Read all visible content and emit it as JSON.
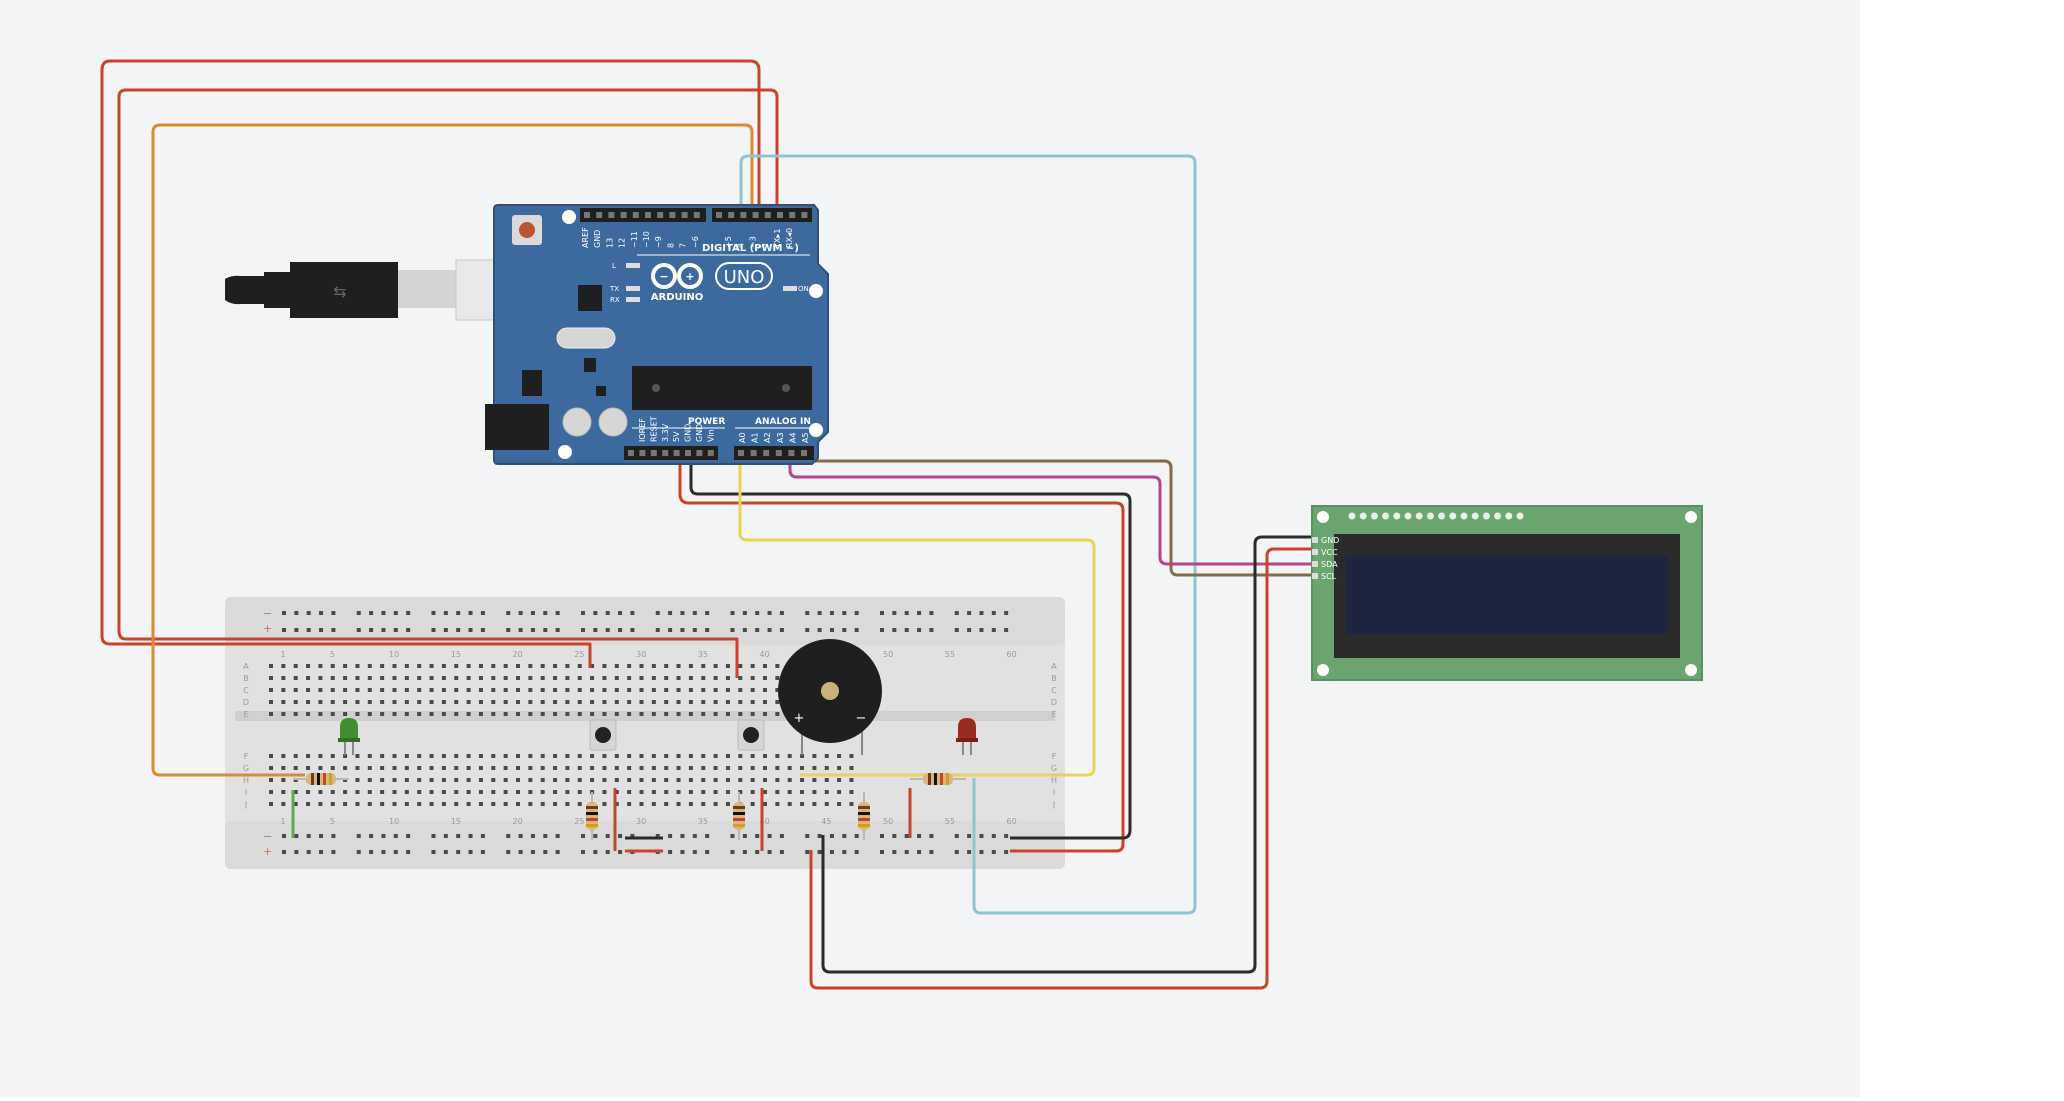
{
  "canvas": {
    "background": "#f3f4f6",
    "page_background": "#ffffff"
  },
  "arduino": {
    "brand": "ARDUINO",
    "model": "UNO",
    "digital_label": "DIGITAL (PWM ~)",
    "analog_label": "ANALOG IN",
    "power_label": "POWER",
    "on_label": "ON",
    "l_label": "L",
    "tx_label": "TX",
    "rx_label": "RX",
    "top_pins": [
      "AREF",
      "GND",
      "13",
      "12",
      "~11",
      "~10",
      "~9",
      "8",
      "7",
      "~6",
      "~5",
      "4",
      "~3",
      "2",
      "TX▸1",
      "RX◂0"
    ],
    "power_pins": [
      "IOREF",
      "RESET",
      "3.3V",
      "5V",
      "GND",
      "GND",
      "Vin"
    ],
    "analog_pins": [
      "A0",
      "A1",
      "A2",
      "A3",
      "A4",
      "A5"
    ],
    "color": "#3d6a9e"
  },
  "lcd": {
    "pins": [
      "GND",
      "VCC",
      "SDA",
      "SCL"
    ],
    "board_color": "#6aa56f",
    "screen_color": "#1e2642"
  },
  "breadboard": {
    "row_letters_top": [
      "A",
      "B",
      "C",
      "D",
      "E"
    ],
    "row_letters_bottom": [
      "F",
      "G",
      "H",
      "I",
      "J"
    ],
    "column_numbers": [
      "1",
      "5",
      "10",
      "15",
      "20",
      "25",
      "30",
      "35",
      "40",
      "45",
      "50",
      "55",
      "60"
    ],
    "rail_plus": "+",
    "rail_minus": "−"
  },
  "buzzer": {
    "plus": "+",
    "minus": "−"
  },
  "wire_colors": {
    "red": "#c8432a",
    "orange": "#d98b34",
    "light_blue": "#8ec3d2",
    "brown": "#8a6a45",
    "magenta": "#b5468f",
    "black": "#2b2b2b",
    "yellow": "#e8d44d",
    "green": "#5ab045"
  }
}
